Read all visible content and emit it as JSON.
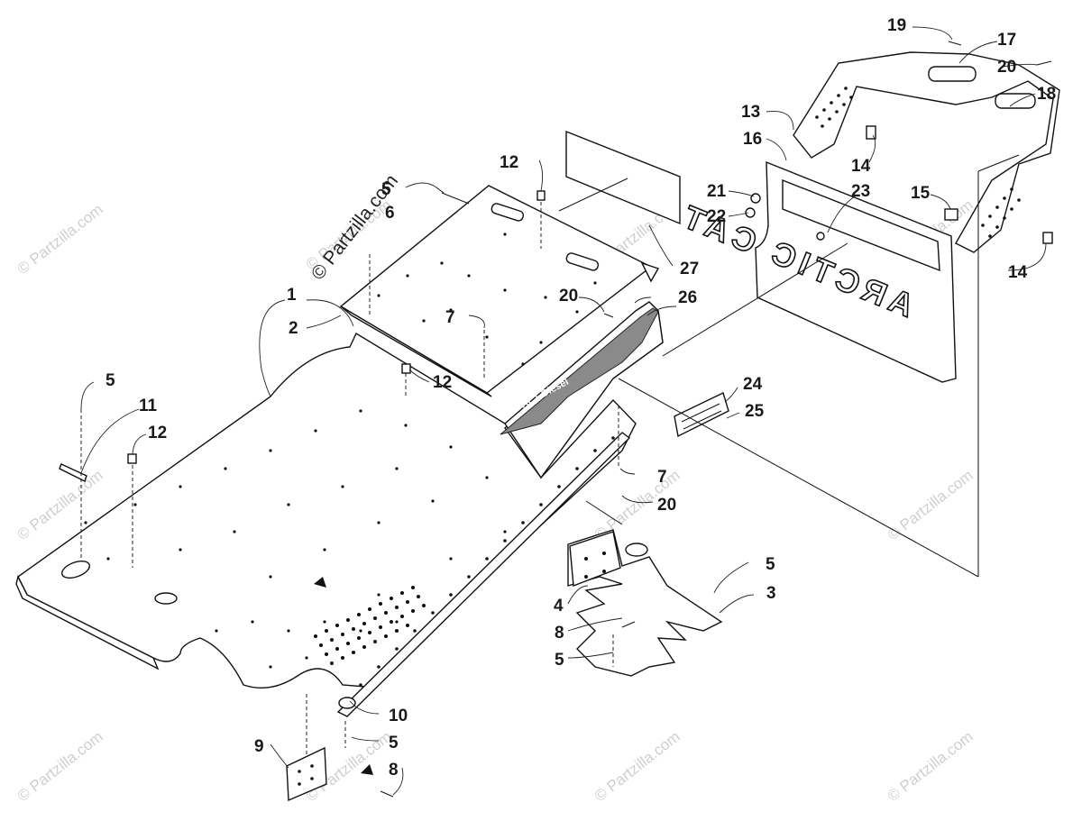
{
  "diagram": {
    "brand_text": "ARCTIC CAT",
    "decal_text": "ACT Diesel",
    "watermark_main": "© Partzilla.com",
    "watermark_repeat": "© Partzilla.com",
    "callouts": [
      {
        "id": "c1",
        "label": "1"
      },
      {
        "id": "c2",
        "label": "2"
      },
      {
        "id": "c3",
        "label": "3"
      },
      {
        "id": "c4",
        "label": "4"
      },
      {
        "id": "c5a",
        "label": "5"
      },
      {
        "id": "c5b",
        "label": "5"
      },
      {
        "id": "c5c",
        "label": "5"
      },
      {
        "id": "c5d",
        "label": "5"
      },
      {
        "id": "c5e",
        "label": "5"
      },
      {
        "id": "c6",
        "label": "6"
      },
      {
        "id": "c7a",
        "label": "7"
      },
      {
        "id": "c7b",
        "label": "7"
      },
      {
        "id": "c8a",
        "label": "8"
      },
      {
        "id": "c8b",
        "label": "8"
      },
      {
        "id": "c9",
        "label": "9"
      },
      {
        "id": "c10",
        "label": "10"
      },
      {
        "id": "c11",
        "label": "11"
      },
      {
        "id": "c12a",
        "label": "12"
      },
      {
        "id": "c12b",
        "label": "12"
      },
      {
        "id": "c12c",
        "label": "12"
      },
      {
        "id": "c13",
        "label": "13"
      },
      {
        "id": "c14a",
        "label": "14"
      },
      {
        "id": "c14b",
        "label": "14"
      },
      {
        "id": "c15",
        "label": "15"
      },
      {
        "id": "c16",
        "label": "16"
      },
      {
        "id": "c17",
        "label": "17"
      },
      {
        "id": "c18",
        "label": "18"
      },
      {
        "id": "c19",
        "label": "19"
      },
      {
        "id": "c20a",
        "label": "20"
      },
      {
        "id": "c20b",
        "label": "20"
      },
      {
        "id": "c20c",
        "label": "20"
      },
      {
        "id": "c21",
        "label": "21"
      },
      {
        "id": "c22",
        "label": "22"
      },
      {
        "id": "c23",
        "label": "23"
      },
      {
        "id": "c24",
        "label": "24"
      },
      {
        "id": "c25",
        "label": "25"
      },
      {
        "id": "c26",
        "label": "26"
      },
      {
        "id": "c27",
        "label": "27"
      }
    ]
  }
}
